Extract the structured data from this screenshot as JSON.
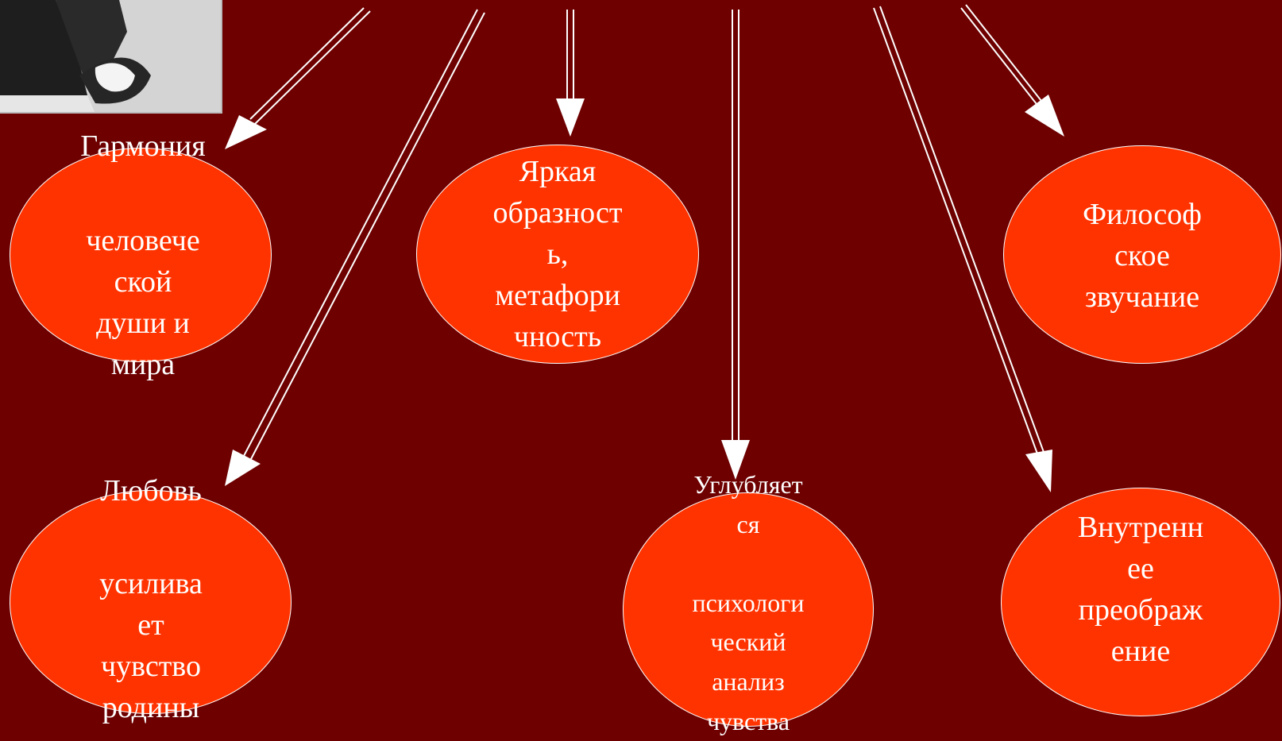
{
  "colors": {
    "background": "#6e0000",
    "node_fill": "#ff3300",
    "stroke": "#ffffff"
  },
  "photo": {
    "icon": "portrait-photo-fragment"
  },
  "nodes": [
    {
      "title": "Гармония",
      "body": "человече\nской\nдуши и\nмира"
    },
    {
      "title": "",
      "body": "Яркая\nобразност\nь,\nметафори\nчность"
    },
    {
      "title": "",
      "body": "Философ\nское\nзвучание"
    },
    {
      "title": "Любовь",
      "body": "усилива\nет\nчувство\nродины"
    },
    {
      "title": "",
      "body": "Углубляет\nся\n\nпсихологи\nческий\nанализ\nчувства"
    },
    {
      "title": "",
      "body": "Внутренн\nее\nпреображ\nение"
    }
  ]
}
